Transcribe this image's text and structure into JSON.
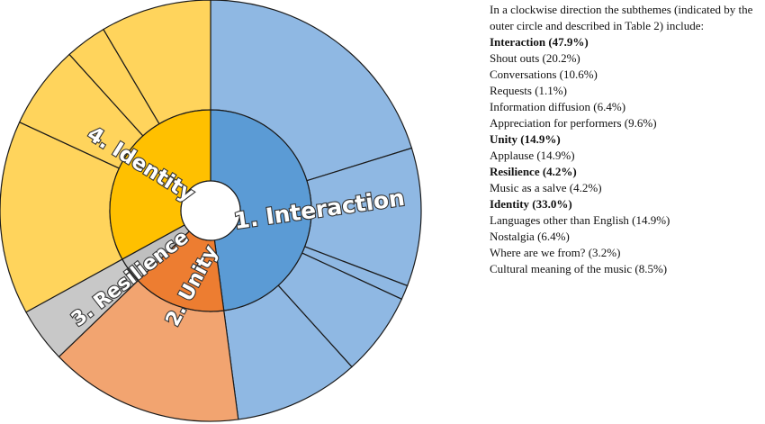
{
  "chart_data": {
    "type": "sunburst",
    "inner_ring": [
      {
        "name": "1. Interaction",
        "value": 47.9,
        "color": "#5b9bd5"
      },
      {
        "name": "2. Unity",
        "value": 14.9,
        "color": "#ed7d31"
      },
      {
        "name": "3. Resilience",
        "value": 4.2,
        "color": "#bfbfbf"
      },
      {
        "name": "4. Identity",
        "value": 33.0,
        "color": "#ffc000"
      }
    ],
    "outer_ring": [
      {
        "parent": "1. Interaction",
        "name": "Shout outs",
        "value": 20.2,
        "color": "#8fb8e3"
      },
      {
        "parent": "1. Interaction",
        "name": "Conversations",
        "value": 10.6,
        "color": "#8fb8e3"
      },
      {
        "parent": "1. Interaction",
        "name": "Requests",
        "value": 1.1,
        "color": "#8fb8e3"
      },
      {
        "parent": "1. Interaction",
        "name": "Information diffusion",
        "value": 6.4,
        "color": "#8fb8e3"
      },
      {
        "parent": "1. Interaction",
        "name": "Appreciation for performers",
        "value": 9.6,
        "color": "#8fb8e3"
      },
      {
        "parent": "2. Unity",
        "name": "Applause",
        "value": 14.9,
        "color": "#f2a470"
      },
      {
        "parent": "3. Resilience",
        "name": "Music as a salve",
        "value": 4.2,
        "color": "#c8c8c8"
      },
      {
        "parent": "4. Identity",
        "name": "Languages other than English",
        "value": 14.9,
        "color": "#ffd45c"
      },
      {
        "parent": "4. Identity",
        "name": "Nostalgia",
        "value": 6.4,
        "color": "#ffd45c"
      },
      {
        "parent": "4. Identity",
        "name": "Where are we from?",
        "value": 3.2,
        "color": "#ffd45c"
      },
      {
        "parent": "4. Identity",
        "name": "Cultural meaning of the music",
        "value": 8.5,
        "color": "#ffd45c"
      }
    ]
  },
  "legend": {
    "intro": "In a clockwise direction the subthemes (indicated by the outer circle and described in Table 2) include:",
    "lines": [
      {
        "text": "Interaction (47.9%)",
        "bold": true
      },
      {
        "text": "Shout outs (20.2%)",
        "bold": false
      },
      {
        "text": "Conversations (10.6%)",
        "bold": false
      },
      {
        "text": "Requests (1.1%)",
        "bold": false
      },
      {
        "text": "Information diffusion (6.4%)",
        "bold": false
      },
      {
        "text": "Appreciation for performers (9.6%)",
        "bold": false
      },
      {
        "text": "Unity (14.9%)",
        "bold": true
      },
      {
        "text": "Applause (14.9%)",
        "bold": false
      },
      {
        "text": "Resilience (4.2%)",
        "bold": true
      },
      {
        "text": "Music as a salve (4.2%)",
        "bold": false
      },
      {
        "text": "Identity (33.0%)",
        "bold": true
      },
      {
        "text": "Languages other than English (14.9%)",
        "bold": false
      },
      {
        "text": "Nostalgia (6.4%)",
        "bold": false
      },
      {
        "text": "Where are we from? (3.2%)",
        "bold": false
      },
      {
        "text": "Cultural meaning of the music (8.5%)",
        "bold": false
      }
    ]
  }
}
